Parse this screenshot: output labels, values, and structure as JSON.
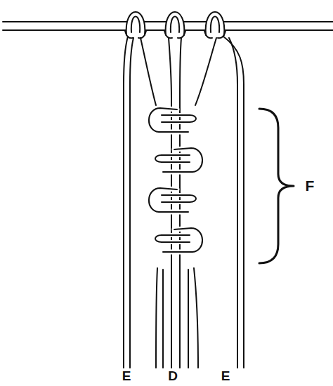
{
  "diagram": {
    "labels": [
      "E",
      "D",
      "E",
      "F"
    ]
  }
}
